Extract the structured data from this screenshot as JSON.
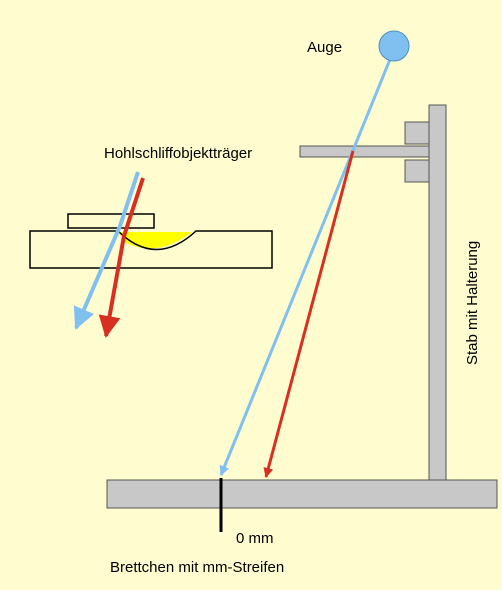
{
  "labels": {
    "eye": "Auge",
    "slide": "Hohlschliffobjektträger",
    "rod": "Stab mit Halterung",
    "zero": "0 mm",
    "board": "Brettchen mit mm-Streifen"
  },
  "colors": {
    "background": "#fffdd0",
    "eye": "#80c0f0",
    "blue_ray": "#80c0f0",
    "red_ray": "#d83020",
    "hardware": "#c8c8c8",
    "sample": "#ffff00",
    "outline": "#555555"
  }
}
